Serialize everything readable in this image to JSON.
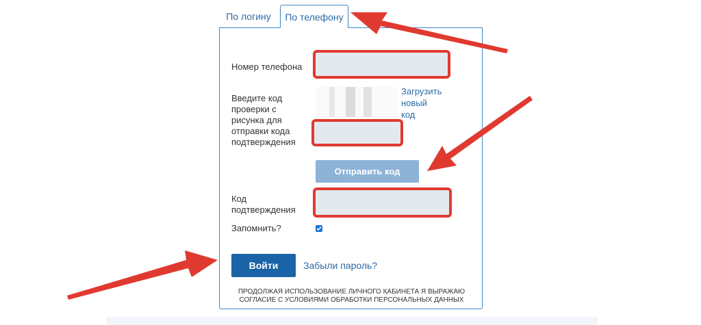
{
  "tabs": [
    {
      "label": "По логину",
      "active": false
    },
    {
      "label": "По телефону",
      "active": true
    }
  ],
  "form": {
    "phone_label": "Номер телефона",
    "phone_value": "",
    "captcha_label_lines": [
      "Введите код",
      "проверки с",
      "рисунка для",
      "отправки кода",
      "подтверждения"
    ],
    "captcha_reload_lines": [
      "Загрузить",
      "новый",
      "код"
    ],
    "captcha_value": "",
    "send_code_label": "Отправить код",
    "confirm_label_lines": [
      "Код",
      "подтверждения"
    ],
    "confirm_value": "",
    "remember_label": "Запомнить?",
    "remember_checked": true,
    "login_label": "Войти",
    "forgot_label": "Забыли пароль?",
    "consent_lines": [
      "ПРОДОЛЖАЯ ИСПОЛЬЗОВАНИЕ ЛИЧНОГО КАБИНЕТА Я ВЫРАЖАЮ",
      "СОГЛАСИЕ С УСЛОВИЯМИ ОБРАБОТКИ ПЕРСОНАЛЬНЫХ ДАННЫХ"
    ]
  },
  "colors": {
    "accent": "#1a63a6",
    "link": "#2c6aa6",
    "highlight": "#e03a30",
    "field_bg": "#e4e9f0",
    "disabled_button": "#8db3d6"
  }
}
